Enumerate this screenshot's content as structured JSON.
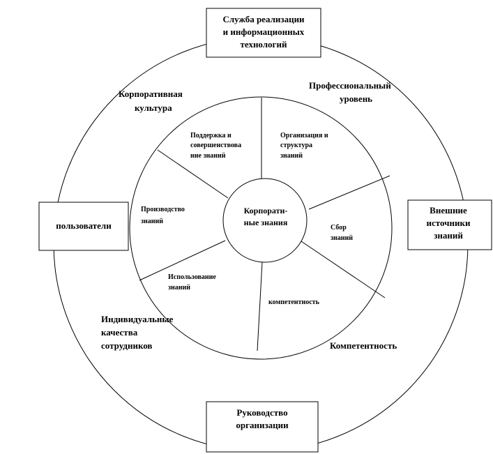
{
  "boxes": {
    "top": [
      "Служба реализации",
      "и информационных",
      "технологий"
    ],
    "left": [
      "пользователи"
    ],
    "right": [
      "Внешние",
      "источники",
      "знаний"
    ],
    "bottom": [
      "Руководство",
      "организации"
    ]
  },
  "outer_labels": {
    "culture": [
      "Корпоративная",
      "культура"
    ],
    "professional": [
      "Профессиональный",
      "уровень"
    ],
    "individual": [
      "Индивидуальные",
      "качества",
      "сотрудников"
    ],
    "competence": [
      "Компетентность"
    ]
  },
  "center": [
    "Корпорати-",
    "ные знания"
  ],
  "segments": {
    "support": [
      "Поддержка и",
      "совершенствова",
      "ние знаний"
    ],
    "organization": [
      "Организация и",
      "структура",
      "знаний"
    ],
    "collection": [
      "Сбор",
      "знаний"
    ],
    "competence": [
      "компетентность"
    ],
    "usage": [
      "Использование",
      "знаний"
    ],
    "production": [
      "Производство",
      "знаний"
    ]
  }
}
